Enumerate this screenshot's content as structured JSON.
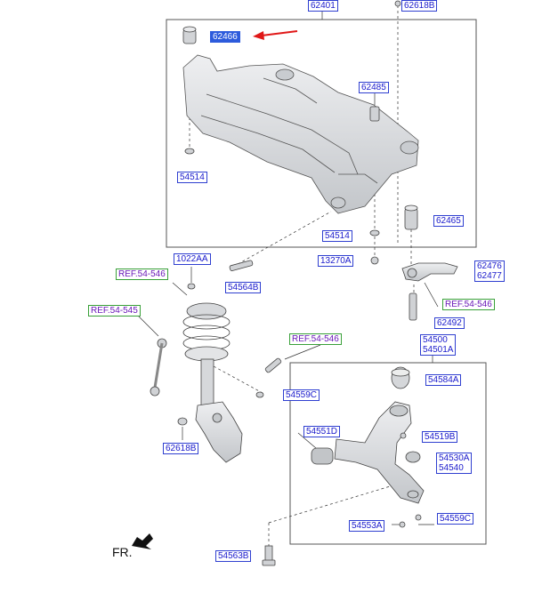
{
  "colors": {
    "part_text": "#1a1acc",
    "part_border": "#2f3fd0",
    "highlight_bg": "#2d5bdc",
    "ref_text": "#6a18b8",
    "ref_border": "#39a039",
    "arrow": "#e01818",
    "part_fill": "#d9dbde"
  },
  "parts": {
    "p62401": "62401",
    "p62618B_top": "62618B",
    "p62466": "62466",
    "p62485": "62485",
    "p54514_a": "54514",
    "p62465": "62465",
    "p54514_b": "54514",
    "p13270A": "13270A",
    "p1022AA": "1022AA",
    "p54564B": "54564B",
    "p62476_62477": "62476\n62477",
    "p62492": "62492",
    "p54500_54501A": "54500\n54501A",
    "p54584A": "54584A",
    "p54559C_a": "54559C",
    "p62618B_bottom": "62618B",
    "p54551D": "54551D",
    "p54519B": "54519B",
    "p54530A_54540": "54530A\n54540",
    "p54553A": "54553A",
    "p54559C_b": "54559C",
    "p54563B": "54563B"
  },
  "refs": {
    "r_54_546_a": "REF.54-546",
    "r_54_545": "REF.54-545",
    "r_54_546_b": "REF.54-546",
    "r_54_546_c": "REF.54-546"
  },
  "direction_label": "FR."
}
